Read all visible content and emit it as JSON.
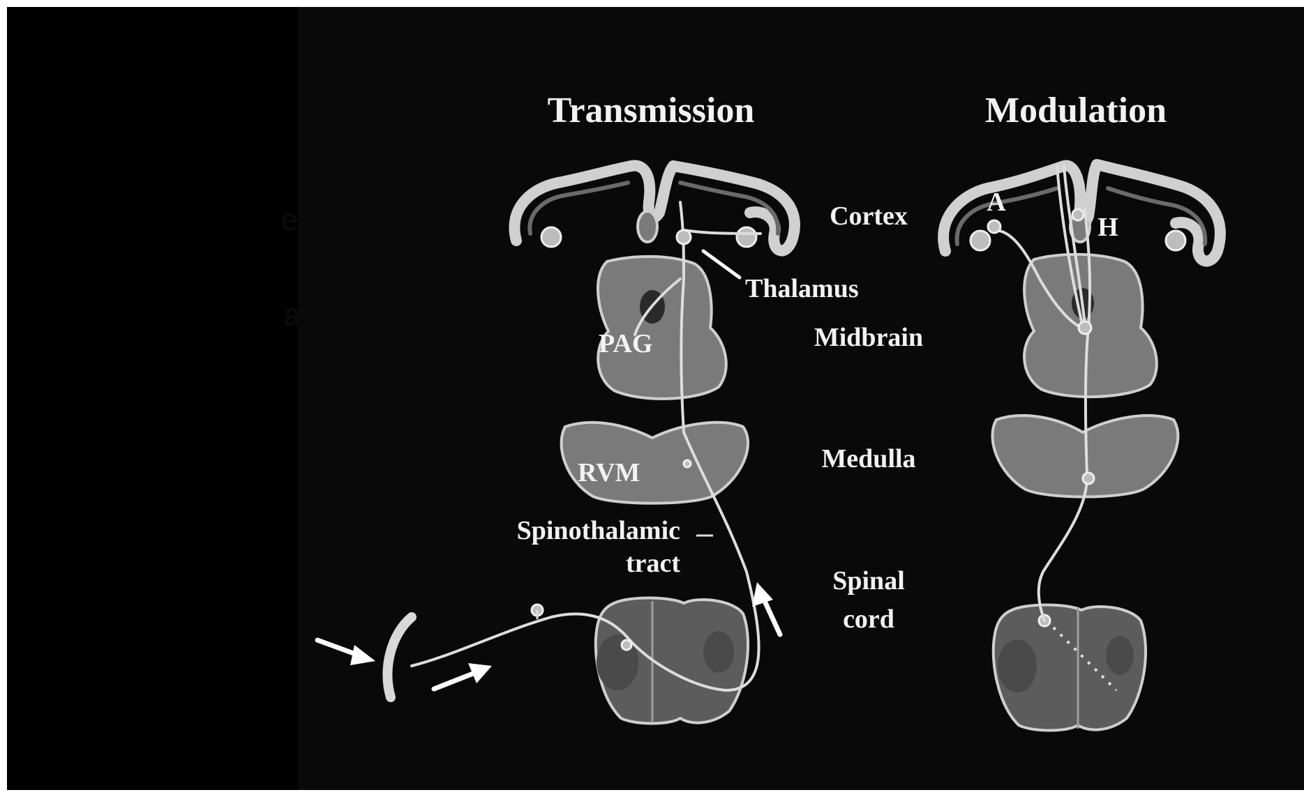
{
  "titles": {
    "transmission": "Transmission",
    "modulation": "Modulation"
  },
  "labels": {
    "cortex": "Cortex",
    "thalamus": "Thalamus",
    "midbrain": "Midbrain",
    "medulla": "Medulla",
    "spinothalamic_line1": "Spinothalamic",
    "spinothalamic_line2": "tract",
    "spinal_line1": "Spinal",
    "spinal_line2": "cord",
    "pag": "PAG",
    "rvm": "RVM",
    "a_marker": "A",
    "h_marker": "H"
  },
  "background_fragments": {
    "fragment1": "e",
    "fragment2": "ale"
  },
  "colors": {
    "background": "#000000",
    "panel": "#090909",
    "tissue": "#7a7a7a",
    "outline": "#d0d0d0",
    "text": "#f2f2f2"
  }
}
